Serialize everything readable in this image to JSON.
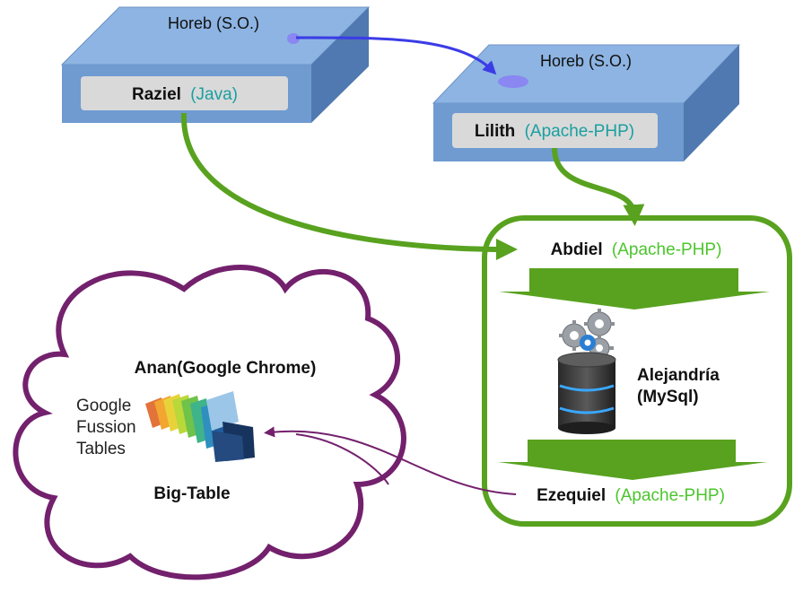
{
  "server_left": {
    "os_label": "Horeb (S.O.)",
    "app_name": "Raziel",
    "app_tech": "(Java)"
  },
  "server_right": {
    "os_label": "Horeb (S.O.)",
    "app_name": "Lilith",
    "app_tech": "(Apache-PHP)"
  },
  "pipeline": {
    "top_name": "Abdiel",
    "top_tech": "(Apache-PHP)",
    "db_name": "Alejandría",
    "db_tech": "(MySql)",
    "bottom_name": "Ezequiel",
    "bottom_tech": "(Apache-PHP)"
  },
  "cloud": {
    "title": "Anan(Google Chrome)",
    "service_line1": "Google",
    "service_line2": "Fussion",
    "service_line3": "Tables",
    "storage": "Big-Table"
  },
  "colors": {
    "box_face": "#6f9bd1",
    "box_top": "#8db4e2",
    "box_side": "#4f79b0",
    "label_bg": "#d9d9d9",
    "green": "#58a21f",
    "teal": "#1a9fa0",
    "light_green": "#4cc52c",
    "purple": "#73206d",
    "blue_arrow": "#3b3ce6"
  },
  "icons": [
    "gears-icon",
    "database-icon",
    "folders-icon"
  ]
}
